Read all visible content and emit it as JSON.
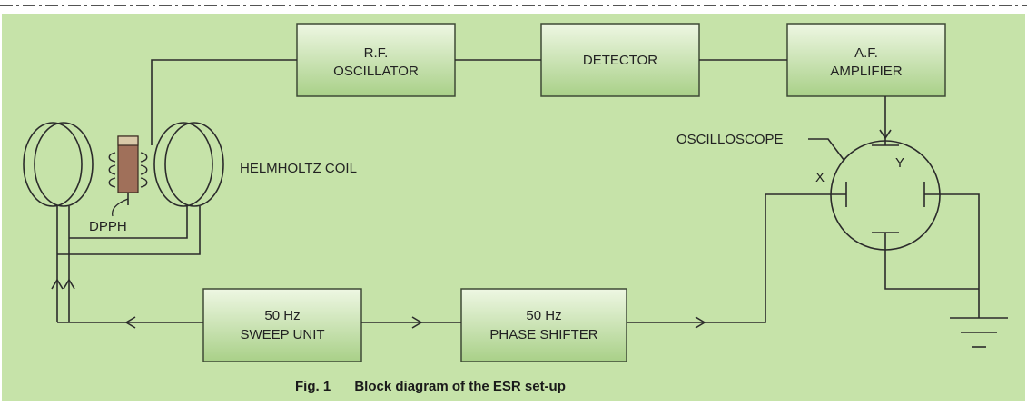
{
  "colors": {
    "background": "#c6e3a9",
    "box_fill_top": "#eef7e3",
    "box_fill_bottom": "#a9d088",
    "line": "#2b2b2b",
    "sample": "#a0705a",
    "dashed_border": "#1a1a1a"
  },
  "blocks": {
    "rf_oscillator": {
      "line1": "R.F.",
      "line2": "OSCILLATOR"
    },
    "detector": {
      "line1": "DETECTOR"
    },
    "af_amplifier": {
      "line1": "A.F.",
      "line2": "AMPLIFIER"
    },
    "sweep_unit": {
      "line1": "50 Hz",
      "line2": "SWEEP UNIT"
    },
    "phase_shifter": {
      "line1": "50 Hz",
      "line2": "PHASE SHIFTER"
    }
  },
  "labels": {
    "oscilloscope": "OSCILLOSCOPE",
    "y_plate": "Y",
    "x_plate": "X",
    "helmholtz_coil": "HELMHOLTZ COIL",
    "sample": "DPPH"
  },
  "caption": {
    "fig": "Fig. 1",
    "text": "Block diagram of the ESR set-up"
  },
  "connections": [
    {
      "from": "rf_oscillator",
      "to": "dpph_sample"
    },
    {
      "from": "rf_oscillator",
      "to": "detector"
    },
    {
      "from": "detector",
      "to": "af_amplifier"
    },
    {
      "from": "af_amplifier",
      "to": "oscilloscope_y"
    },
    {
      "from": "sweep_unit",
      "to": "helmholtz_coil"
    },
    {
      "from": "sweep_unit",
      "to": "phase_shifter"
    },
    {
      "from": "phase_shifter",
      "to": "oscilloscope_x"
    },
    {
      "from": "oscilloscope",
      "to": "ground"
    }
  ]
}
